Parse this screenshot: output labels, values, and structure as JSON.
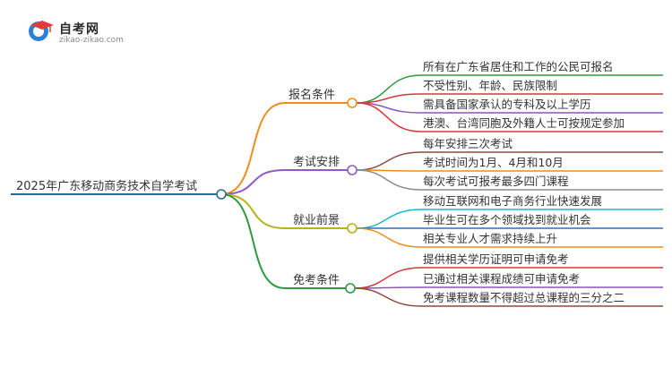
{
  "logo": {
    "title": "自考网",
    "url": "zikao-zikao.com",
    "icon": "graduation-cap-logo"
  },
  "root": {
    "label": "2025年广东移动商务技术自学考试",
    "color": "#2c6a8f"
  },
  "branches": [
    {
      "label": "报名条件",
      "color": "#f08c1c",
      "items": [
        {
          "label": "所有在广东省居住和工作的公民可报名",
          "color": "#2e9b3e"
        },
        {
          "label": "不受性别、年龄、民族限制",
          "color": "#d23a3a"
        },
        {
          "label": "需具备国家承认的专科及以上学历",
          "color": "#8a55c2"
        },
        {
          "label": "港澳、台湾同胞及外籍人士可按规定参加",
          "color": "#d23a3a"
        }
      ]
    },
    {
      "label": "考试安排",
      "color": "#8e5bc4",
      "items": [
        {
          "label": "每年安排三次考试",
          "color": "#8a4b3c"
        },
        {
          "label": "考试时间为1月、4月和10月",
          "color": "#f08c1c"
        },
        {
          "label": "每次考试可报考最多四门课程",
          "color": "#8c8c8c"
        }
      ]
    },
    {
      "label": "就业前景",
      "color": "#b8b21a",
      "items": [
        {
          "label": "移动互联网和电子商务行业快速发展",
          "color": "#22b6c8"
        },
        {
          "label": "毕业生可在多个领域找到就业机会",
          "color": "#2c70b8"
        },
        {
          "label": "相关专业人才需求持续上升",
          "color": "#f08c1c"
        }
      ]
    },
    {
      "label": "免考条件",
      "color": "#2e9b3e",
      "items": [
        {
          "label": "提供相关学历证明可申请免考",
          "color": "#d23a3a"
        },
        {
          "label": "已通过相关课程成绩可申请免考",
          "color": "#8a55c2"
        },
        {
          "label": "免考课程数量不得超过总课程的三分之二",
          "color": "#8a4b3c"
        }
      ]
    }
  ]
}
